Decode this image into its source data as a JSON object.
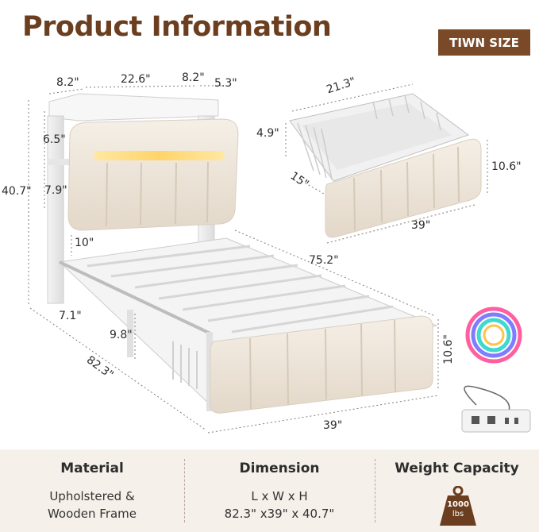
{
  "header": {
    "title": "Product Information",
    "badge": "TIWN SIZE"
  },
  "dimensions": {
    "d_8_2_left": "8.2\"",
    "d_22_6": "22.6\"",
    "d_8_2_right": "8.2\"",
    "d_5_3": "5.3\"",
    "d_6_5": "6.5\"",
    "d_7_9": "7.9\"",
    "d_40_7": "40.7\"",
    "d_10": "10\"",
    "d_75_2": "75.2\"",
    "d_7_1": "7.1\"",
    "d_9_8": "9.8\"",
    "d_82_3": "82.3\"",
    "d_39_bottom": "39\"",
    "d_10_6_footboard": "10.6\"",
    "d_21_3": "21.3\"",
    "d_4_9": "4.9\"",
    "d_15": "15\"",
    "d_10_6_basket": "10.6\"",
    "d_39_basket": "39\""
  },
  "footer": {
    "material": {
      "heading": "Material",
      "line1": "Upholstered &",
      "line2": "Wooden Frame"
    },
    "dimension": {
      "heading": "Dimension",
      "line1": "L x W x H",
      "line2": "82.3\" x39\" x 40.7\""
    },
    "weight": {
      "heading": "Weight Capacity",
      "value": "1000",
      "unit": "lbs"
    }
  },
  "colors": {
    "brand": "#6b3e1f",
    "badge": "#7a4a28",
    "footer_bg": "#f6f0ea",
    "cushion": "#efe7dc",
    "frame": "#e9e9e9"
  }
}
